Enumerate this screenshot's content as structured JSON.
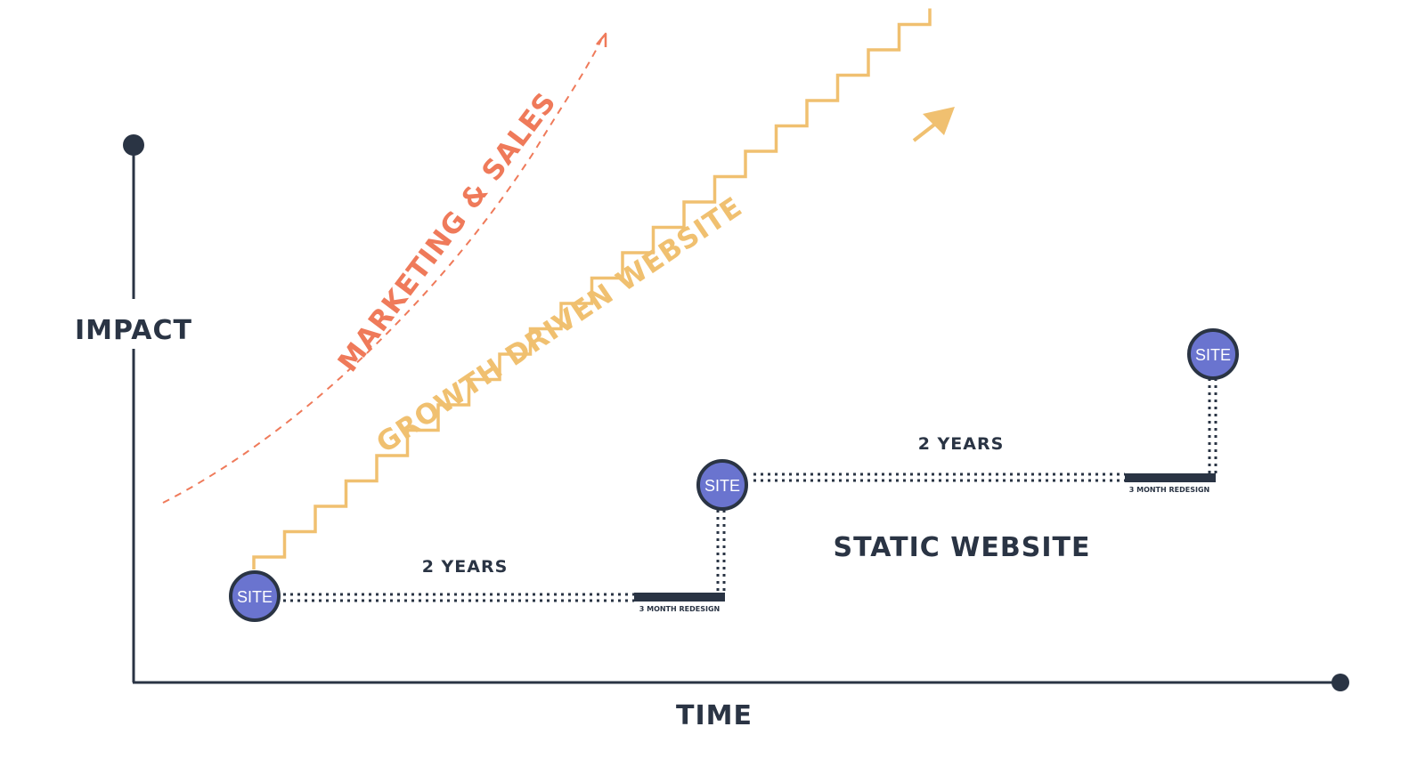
{
  "axes": {
    "y_label": "IMPACT",
    "x_label": "TIME"
  },
  "curves": {
    "marketing_label": "MARKETING & SALES",
    "growth_label": "GROWTH DRIVEN WEBSITE",
    "static_label": "STATIC WEBSITE"
  },
  "sites": [
    {
      "label": "SITE"
    },
    {
      "label": "SITE"
    },
    {
      "label": "SITE"
    }
  ],
  "intervals": [
    {
      "duration": "2 YEARS",
      "redesign": "3 MONTH REDESIGN"
    },
    {
      "duration": "2 YEARS",
      "redesign": "3 MONTH REDESIGN"
    }
  ],
  "colors": {
    "axis": "#2a3444",
    "marketing": "#ef7a5a",
    "growth": "#f0c070",
    "site_fill": "#6a74cf",
    "site_stroke": "#2a3444"
  }
}
